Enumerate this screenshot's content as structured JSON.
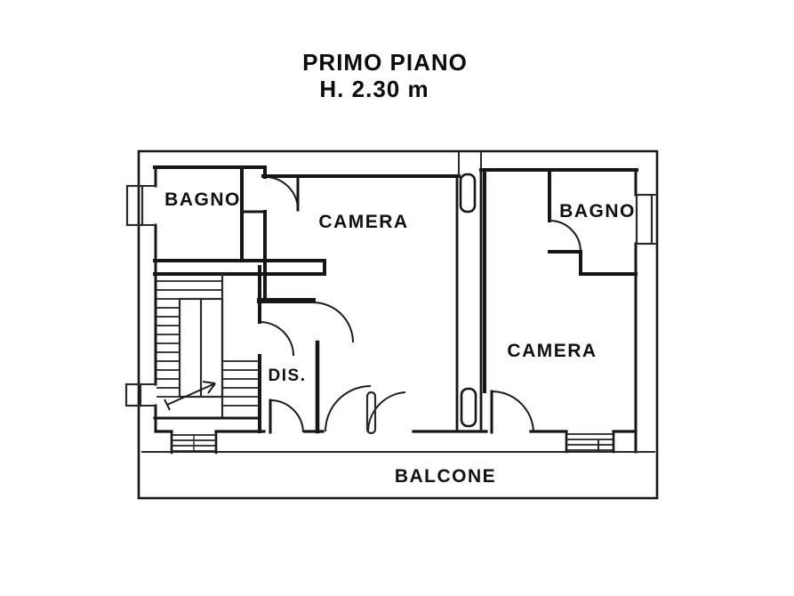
{
  "title": {
    "line1": "PRIMO PIANO",
    "line2": "H. 2.30 m"
  },
  "rooms": {
    "bagno_left": "BAGNO",
    "camera_left": "CAMERA",
    "bagno_right": "BAGNO",
    "camera_right": "CAMERA",
    "dis": "DIS.",
    "balcone": "BALCONE"
  },
  "colors": {
    "ink": "#161616",
    "paper": "#fefefe"
  }
}
